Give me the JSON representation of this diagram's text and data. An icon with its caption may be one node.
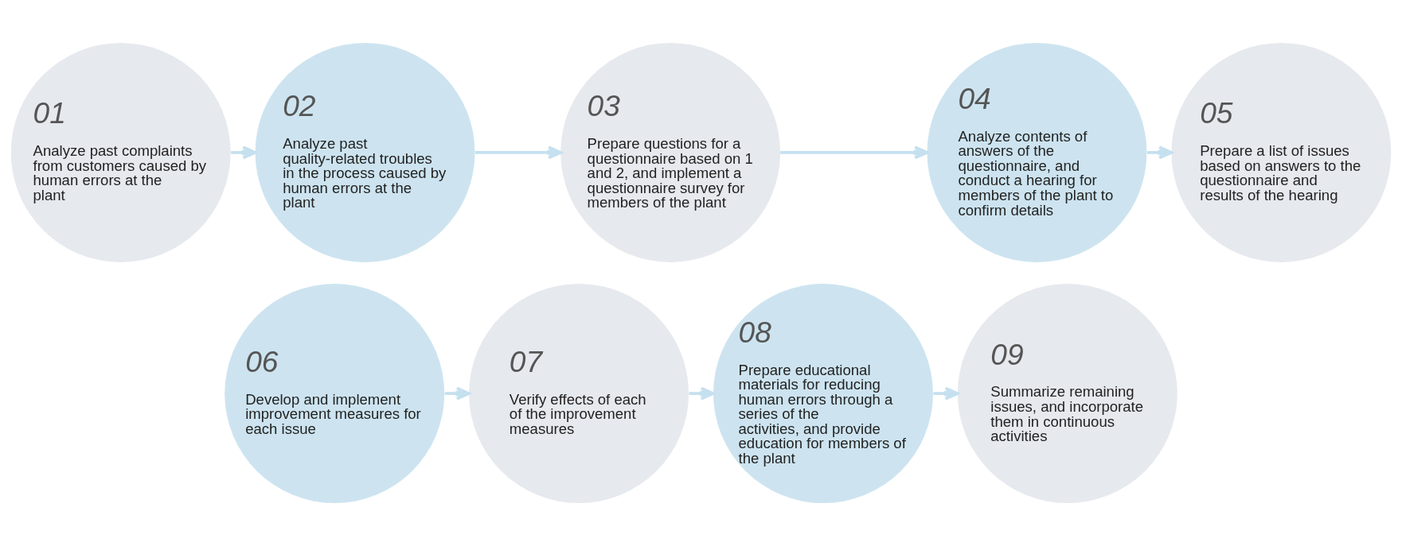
{
  "diagram": {
    "nodes": [
      {
        "text": [
          "01",
          "Analyze past complaints from customers caused by human errors at the plant"
        ]
      },
      {
        "text": [
          "02",
          "Analyze past quality-related troubles in the process caused by human errors at the plant"
        ]
      },
      {
        "text": [
          "03",
          "Prepare questions for a questionnaire based on 1 and 2, and implement a questionnaire survey for members of the plant"
        ]
      },
      {
        "text": [
          "04",
          "Analyze contents of answers of the questionnaire, and conduct a hearing for members of the plant to confirm details"
        ]
      },
      {
        "text": [
          "05",
          "Prepare a list of issues based on answers to the questionnaire and results of the hearing"
        ]
      },
      {
        "text": [
          "06",
          "Develop and implement improvement measures for each issue"
        ]
      },
      {
        "text": [
          "07",
          "Verify effects of each of the improvement measures"
        ]
      },
      {
        "text": [
          "08",
          "Prepare educational materials for reducing human errors through a series of the activities, and provide education for members of the plant"
        ]
      },
      {
        "text": [
          "09",
          "Summarize remaining issues, and incorporate them in continuous activities"
        ]
      }
    ],
    "edges": [
      {
        "from": 0,
        "to": 1,
        "arrow": "to"
      },
      {
        "from": 1,
        "to": 2,
        "arrow": "to"
      },
      {
        "from": 2,
        "to": 3,
        "arrow": "to"
      },
      {
        "from": 3,
        "to": 4,
        "arrow": "to"
      },
      {
        "from": 5,
        "to": 6,
        "arrow": "to"
      },
      {
        "from": 6,
        "to": 7,
        "arrow": "to"
      },
      {
        "from": 7,
        "to": 8,
        "arrow": "to"
      }
    ]
  }
}
